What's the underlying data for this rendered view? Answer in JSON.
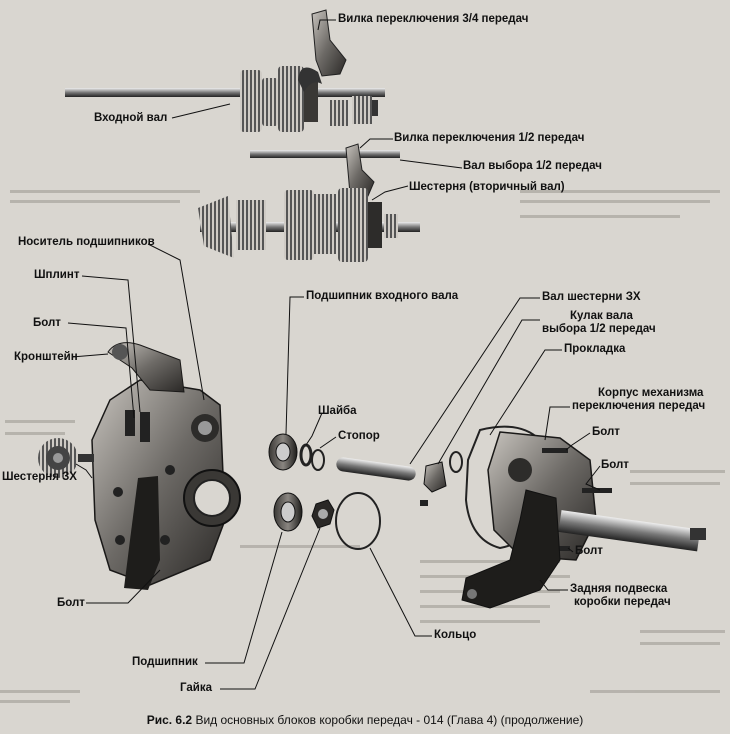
{
  "caption": {
    "figure": "Рис. 6.2",
    "text": "Вид основных блоков коробки передач - 014 (Глава 4) (продолжение)"
  },
  "labels": {
    "fork_34": "Вилка переключения 3/4 передач",
    "input_shaft": "Входной вал",
    "fork_12": "Вилка переключения 1/2 передач",
    "selector_shaft_12": "Вал выбора 1/2 передач",
    "gear_output_shaft": "Шестерня (вторичный вал)",
    "bearing_carrier": "Носитель подшипников",
    "split_pin": "Шплинт",
    "bolt_left_top": "Болт",
    "bracket": "Кронштейн",
    "gear_3x": "Шестерня ЗХ",
    "bolt_left_bottom": "Болт",
    "input_shaft_bearing": "Подшипник входного вала",
    "washer": "Шайба",
    "stopper": "Стопор",
    "bearing": "Подшипник",
    "nut": "Гайка",
    "ring": "Кольцо",
    "gear_shaft_3x": "Вал шестерни ЗХ",
    "cam_line1": "Кулак вала",
    "cam_line2": "выбора 1/2 передач",
    "gasket": "Прокладка",
    "housing_line1": "Корпус механизма",
    "housing_line2": "переключения передач",
    "bolt_right_1": "Болт",
    "bolt_right_2": "Болт",
    "bolt_right_3": "Болт",
    "mount_line1": "Задняя подвеска",
    "mount_line2": "коробки передач"
  }
}
